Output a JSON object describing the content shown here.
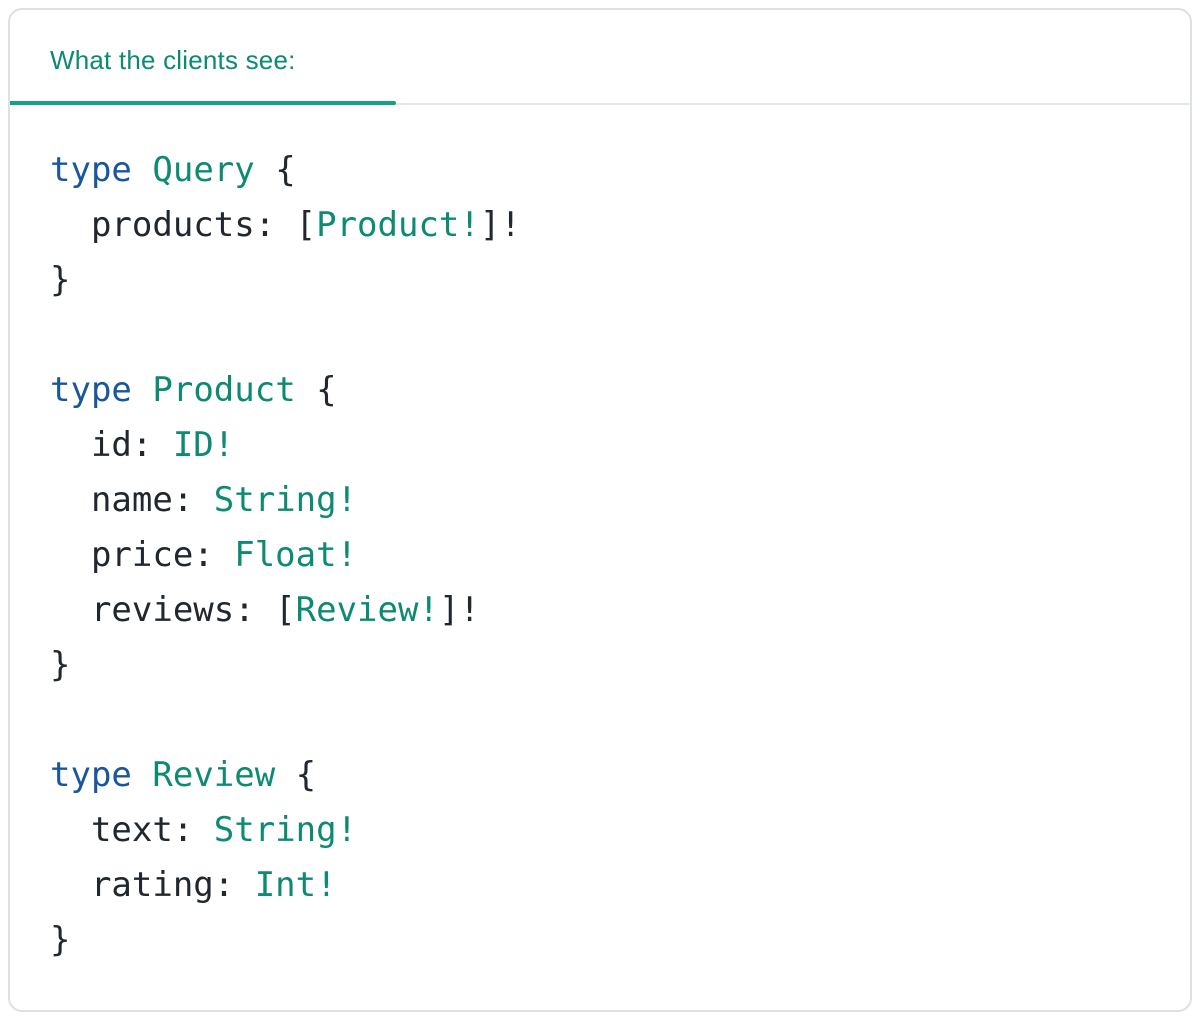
{
  "header": {
    "title": "What the clients see:"
  },
  "colors": {
    "keyword": "#1a569b",
    "type_name": "#0d8a72",
    "plain": "#21272e",
    "tab_text": "#0d8a72",
    "tab_underline": "#14a184",
    "divider": "#e3e7ea",
    "card_border": "#dce1e6",
    "background": "#ffffff"
  },
  "code": {
    "language": "graphql",
    "lines": [
      {
        "tokens": [
          {
            "text": "type",
            "role": "keyword"
          },
          {
            "text": " ",
            "role": "plain"
          },
          {
            "text": "Query",
            "role": "type_name"
          },
          {
            "text": " {",
            "role": "plain"
          }
        ]
      },
      {
        "tokens": [
          {
            "text": "  products: [",
            "role": "plain"
          },
          {
            "text": "Product!",
            "role": "type_name"
          },
          {
            "text": "]!",
            "role": "plain"
          }
        ]
      },
      {
        "tokens": [
          {
            "text": "}",
            "role": "plain"
          }
        ]
      },
      {
        "tokens": []
      },
      {
        "tokens": [
          {
            "text": "type",
            "role": "keyword"
          },
          {
            "text": " ",
            "role": "plain"
          },
          {
            "text": "Product",
            "role": "type_name"
          },
          {
            "text": " {",
            "role": "plain"
          }
        ]
      },
      {
        "tokens": [
          {
            "text": "  id: ",
            "role": "plain"
          },
          {
            "text": "ID!",
            "role": "type_name"
          }
        ]
      },
      {
        "tokens": [
          {
            "text": "  name: ",
            "role": "plain"
          },
          {
            "text": "String!",
            "role": "type_name"
          }
        ]
      },
      {
        "tokens": [
          {
            "text": "  price: ",
            "role": "plain"
          },
          {
            "text": "Float!",
            "role": "type_name"
          }
        ]
      },
      {
        "tokens": [
          {
            "text": "  reviews: [",
            "role": "plain"
          },
          {
            "text": "Review!",
            "role": "type_name"
          },
          {
            "text": "]!",
            "role": "plain"
          }
        ]
      },
      {
        "tokens": [
          {
            "text": "}",
            "role": "plain"
          }
        ]
      },
      {
        "tokens": []
      },
      {
        "tokens": [
          {
            "text": "type",
            "role": "keyword"
          },
          {
            "text": " ",
            "role": "plain"
          },
          {
            "text": "Review",
            "role": "type_name"
          },
          {
            "text": " {",
            "role": "plain"
          }
        ]
      },
      {
        "tokens": [
          {
            "text": "  text: ",
            "role": "plain"
          },
          {
            "text": "String!",
            "role": "type_name"
          }
        ]
      },
      {
        "tokens": [
          {
            "text": "  rating: ",
            "role": "plain"
          },
          {
            "text": "Int!",
            "role": "type_name"
          }
        ]
      },
      {
        "tokens": [
          {
            "text": "}",
            "role": "plain"
          }
        ]
      }
    ]
  }
}
